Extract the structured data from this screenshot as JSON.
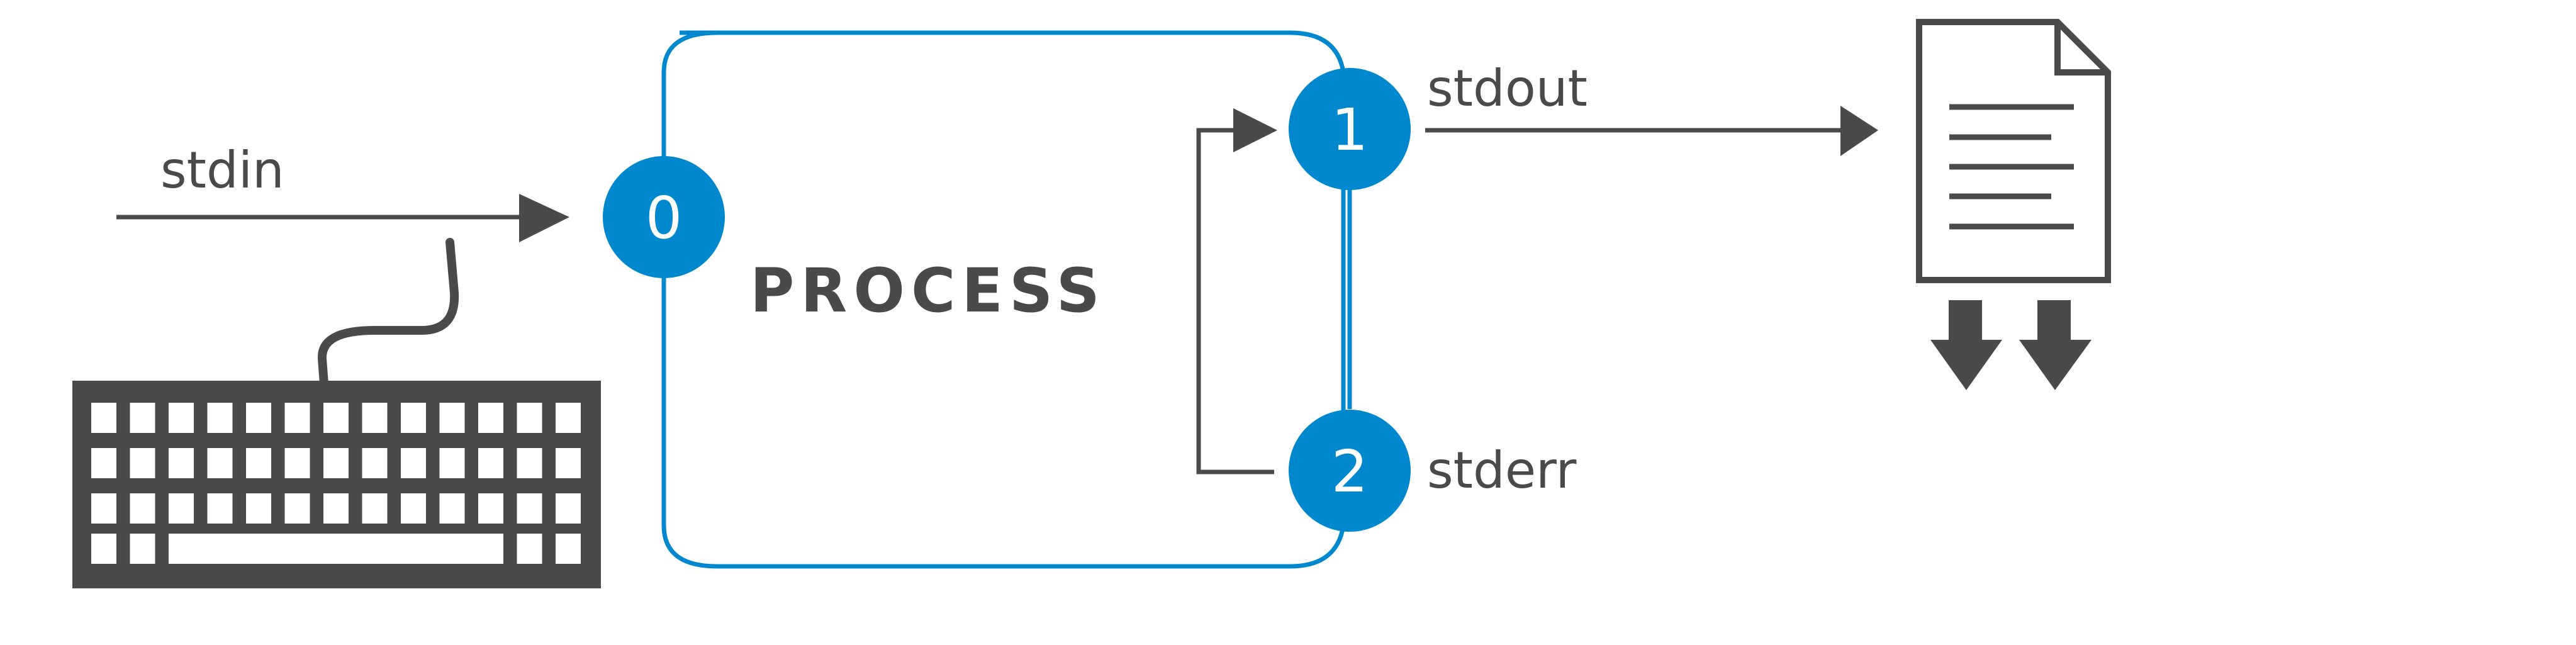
{
  "process": {
    "label": "PROCESS"
  },
  "streams": {
    "stdin": {
      "label": "stdin",
      "fd": "0"
    },
    "stdout": {
      "label": "stdout",
      "fd": "1"
    },
    "stderr": {
      "label": "stderr",
      "fd": "2"
    }
  },
  "colors": {
    "accent": "#0088cf",
    "ink": "#4a4a4a",
    "background": "#ffffff"
  },
  "icons": {
    "input_device": "keyboard-icon",
    "output_target": "document-icon",
    "output_arrows": "download-arrows-icon"
  }
}
